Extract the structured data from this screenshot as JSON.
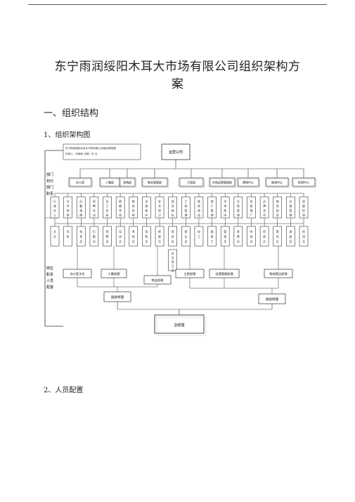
{
  "doc": {
    "title_line1": "东宁雨润绥阳木耳大市场有限公司组织架构方",
    "title_line2": "案",
    "section1": "一、组织结构",
    "subsection1": "1、组织架构图",
    "subsection2": "2、人员配置"
  },
  "chart": {
    "note_line1": "东宁雨润绥阳木耳大市场有限公司组织架构图",
    "note_line2": "作成人：刘继晖                    日期：年 月",
    "top_box": "运营公司",
    "left_label_1": [
      "部门",
      "划分",
      "部门",
      "职责"
    ],
    "left_label_2": [
      "岗位",
      "职责",
      "人员",
      "配置"
    ],
    "departments": [
      "办公室",
      "人事部",
      "采购部",
      "物业管理部",
      "工程部",
      "市场运营管理部",
      "营销中心",
      "物流中心",
      "检测中心"
    ],
    "duty_cols": [
      "行政办公",
      "文件档案",
      "后勤保障",
      "招聘培训",
      "员工关系",
      "薪酬考核",
      "物资采购",
      "设施维护",
      "安全保卫",
      "保洁绿化",
      "工程管理",
      "维修改造",
      "商户管理",
      "市场秩序",
      "交易管理",
      "招商推广",
      "品牌宣传",
      "物流配送",
      "仓储管理",
      "质量检测"
    ],
    "post_cols": [
      "文员",
      "司机",
      "档案员",
      "后勤员",
      "招聘员",
      "培训员",
      "考核员",
      "采购员",
      "库管员",
      "保安员",
      "保洁员",
      "电工",
      "维修工",
      "管理员",
      "收费员",
      "市场员",
      "招商员",
      "策划员",
      "调度员",
      "检测员"
    ],
    "sub_boxes": [
      "安全保卫员"
    ],
    "managers": [
      "办公室主任",
      "人事经理",
      "物业经理",
      "工程经理",
      "运营管理经理",
      "物流营运经理"
    ],
    "vp_left": "副总经理",
    "vp_right": "副总经理",
    "gm": "总经理"
  }
}
